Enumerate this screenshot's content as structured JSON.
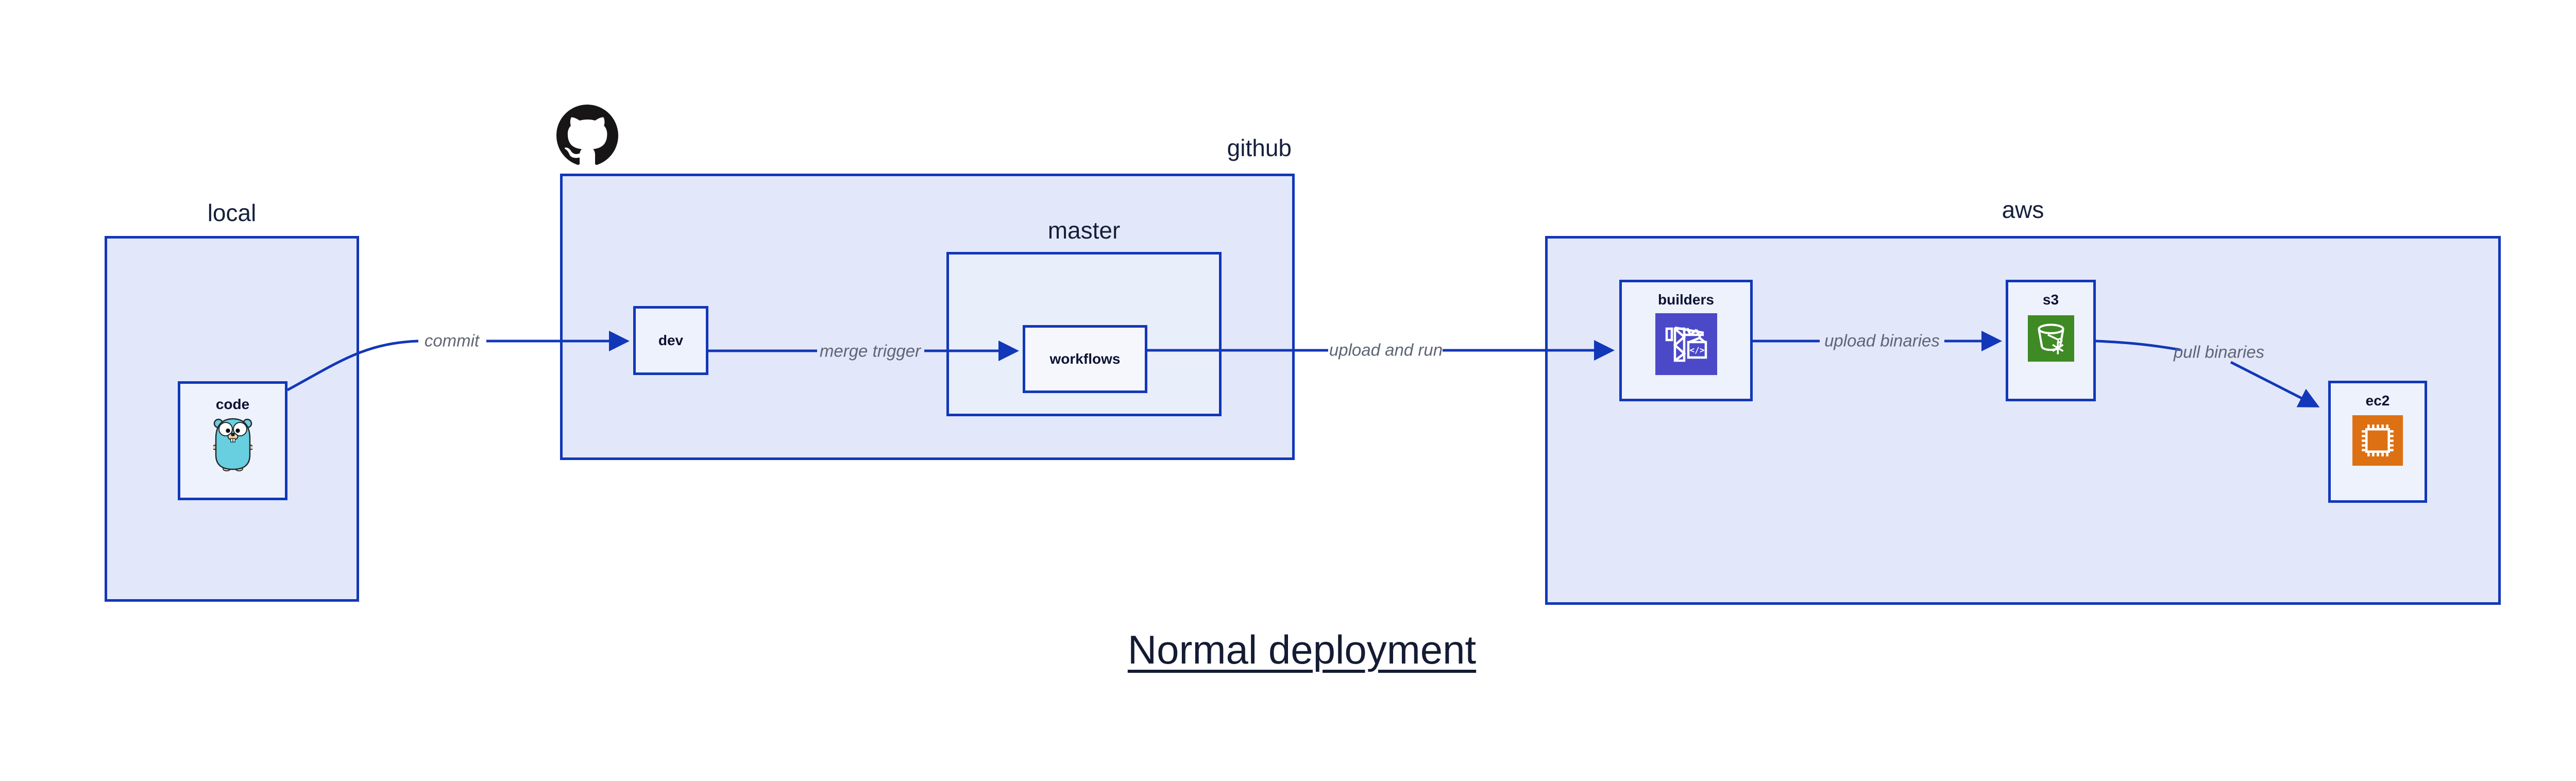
{
  "diagram": {
    "title": "Normal deployment",
    "groups": [
      {
        "id": "local",
        "label": "local"
      },
      {
        "id": "github",
        "label": "github"
      },
      {
        "id": "master",
        "label": "master"
      },
      {
        "id": "aws",
        "label": "aws"
      }
    ],
    "nodes": [
      {
        "id": "code",
        "label": "code",
        "icon": "go-gopher-icon"
      },
      {
        "id": "dev",
        "label": "dev"
      },
      {
        "id": "workflows",
        "label": "workflows"
      },
      {
        "id": "builders",
        "label": "builders",
        "icon": "aws-codebuild-icon",
        "icon_text": "</>"
      },
      {
        "id": "s3",
        "label": "s3",
        "icon": "aws-s3-bucket-icon"
      },
      {
        "id": "ec2",
        "label": "ec2",
        "icon": "aws-ec2-chip-icon"
      }
    ],
    "edges": [
      {
        "from": "code",
        "to": "dev",
        "label": "commit"
      },
      {
        "from": "dev",
        "to": "workflows",
        "label": "merge trigger"
      },
      {
        "from": "workflows",
        "to": "builders",
        "label": "upload and run"
      },
      {
        "from": "builders",
        "to": "s3",
        "label": "upload binaries"
      },
      {
        "from": "s3",
        "to": "ec2",
        "label": "pull binaries"
      }
    ],
    "colors": {
      "stroke": "#1237b8",
      "group_fill": "#e2e8fa",
      "node_fill": "#eef2fc",
      "workflows_fill": "#f5f7fd",
      "edge_label_gray": "#5f6575",
      "title_navy": "#141b33",
      "github_mark_black": "#171515",
      "gopher_teal": "#67cfe0",
      "codebuild_indigo": "#4b49c8",
      "s3_green": "#3e8a24",
      "ec2_orange": "#dd7013"
    }
  }
}
